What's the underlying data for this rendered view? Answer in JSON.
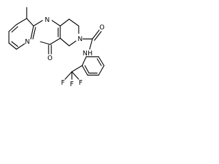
{
  "molecule": {
    "atoms": {
      "n_top": "N",
      "n_bridge": "N",
      "n_ring": "N",
      "n_amide": "NH",
      "o_ketone": "O",
      "o_amide": "O",
      "f_top": "F",
      "f_left": "F",
      "f_right": "F"
    }
  }
}
